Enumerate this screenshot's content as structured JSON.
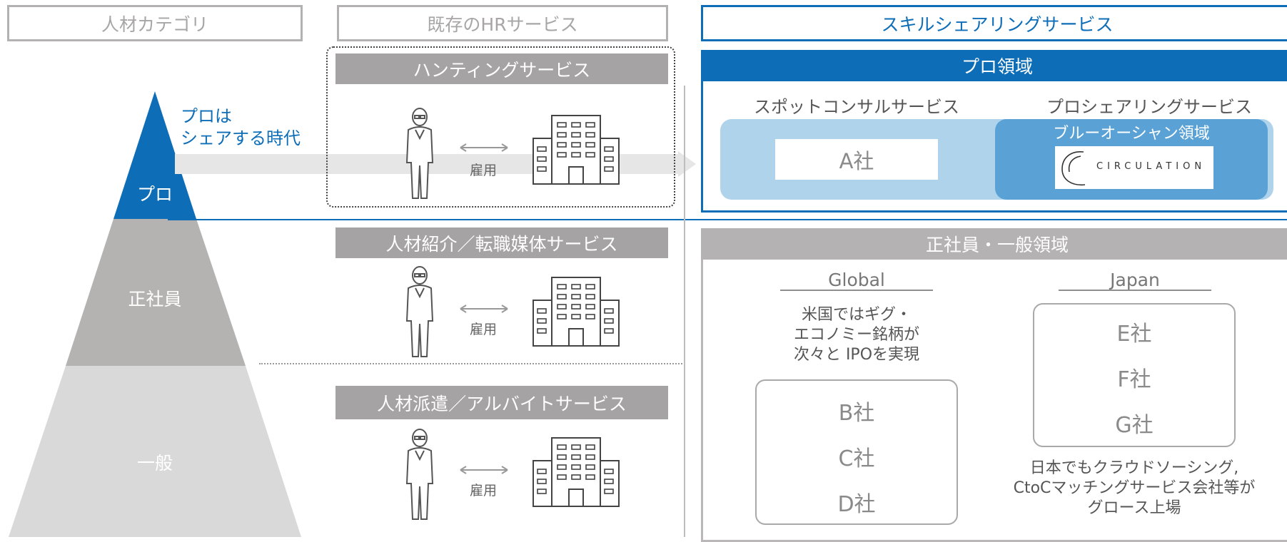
{
  "headers": {
    "category": "人材カテゴリ",
    "existing": "既存のHRサービス",
    "skill_sharing": "スキルシェアリングサービス"
  },
  "pyramid": {
    "pro": "プロ",
    "regular": "正社員",
    "general": "一般",
    "tagline_line1": "プロは",
    "tagline_line2": "シェアする時代",
    "colors": {
      "pro": "#0d6db7",
      "regular": "#b5b2b2",
      "general": "#d9d9d9"
    }
  },
  "services": [
    {
      "label": "ハンティングサービス",
      "employment": "雇用"
    },
    {
      "label": "人材紹介／転職媒体サービス",
      "employment": "雇用"
    },
    {
      "label": "人材派遣／アルバイトサービス",
      "employment": "雇用"
    }
  ],
  "pro_area": {
    "title": "プロ領域",
    "spot_consul": "スポットコンサルサービス",
    "pro_sharing": "プロシェアリングサービス",
    "blue_ocean": "ブルーオーシャン領域",
    "company_a": "A社",
    "circulation_logo": "CIRCULATION"
  },
  "regular_area": {
    "title": "正社員・一般領域",
    "global": {
      "label": "Global",
      "note_lines": [
        "米国ではギグ・",
        "エコノミー銘柄が",
        "次々と IPOを実現"
      ],
      "companies": [
        "B社",
        "C社",
        "D社"
      ]
    },
    "japan": {
      "label": "Japan",
      "companies": [
        "E社",
        "F社",
        "G社"
      ],
      "note_lines": [
        "日本でもクラウドソーシング,",
        "CtoCマッチングサービス会社等が",
        "グロース上場"
      ]
    }
  },
  "colors": {
    "brand_blue": "#0d6db7",
    "gray_bar": "#a5a3a3",
    "light_blue": "#b0d3ec",
    "mid_blue": "#5aa2d6"
  }
}
